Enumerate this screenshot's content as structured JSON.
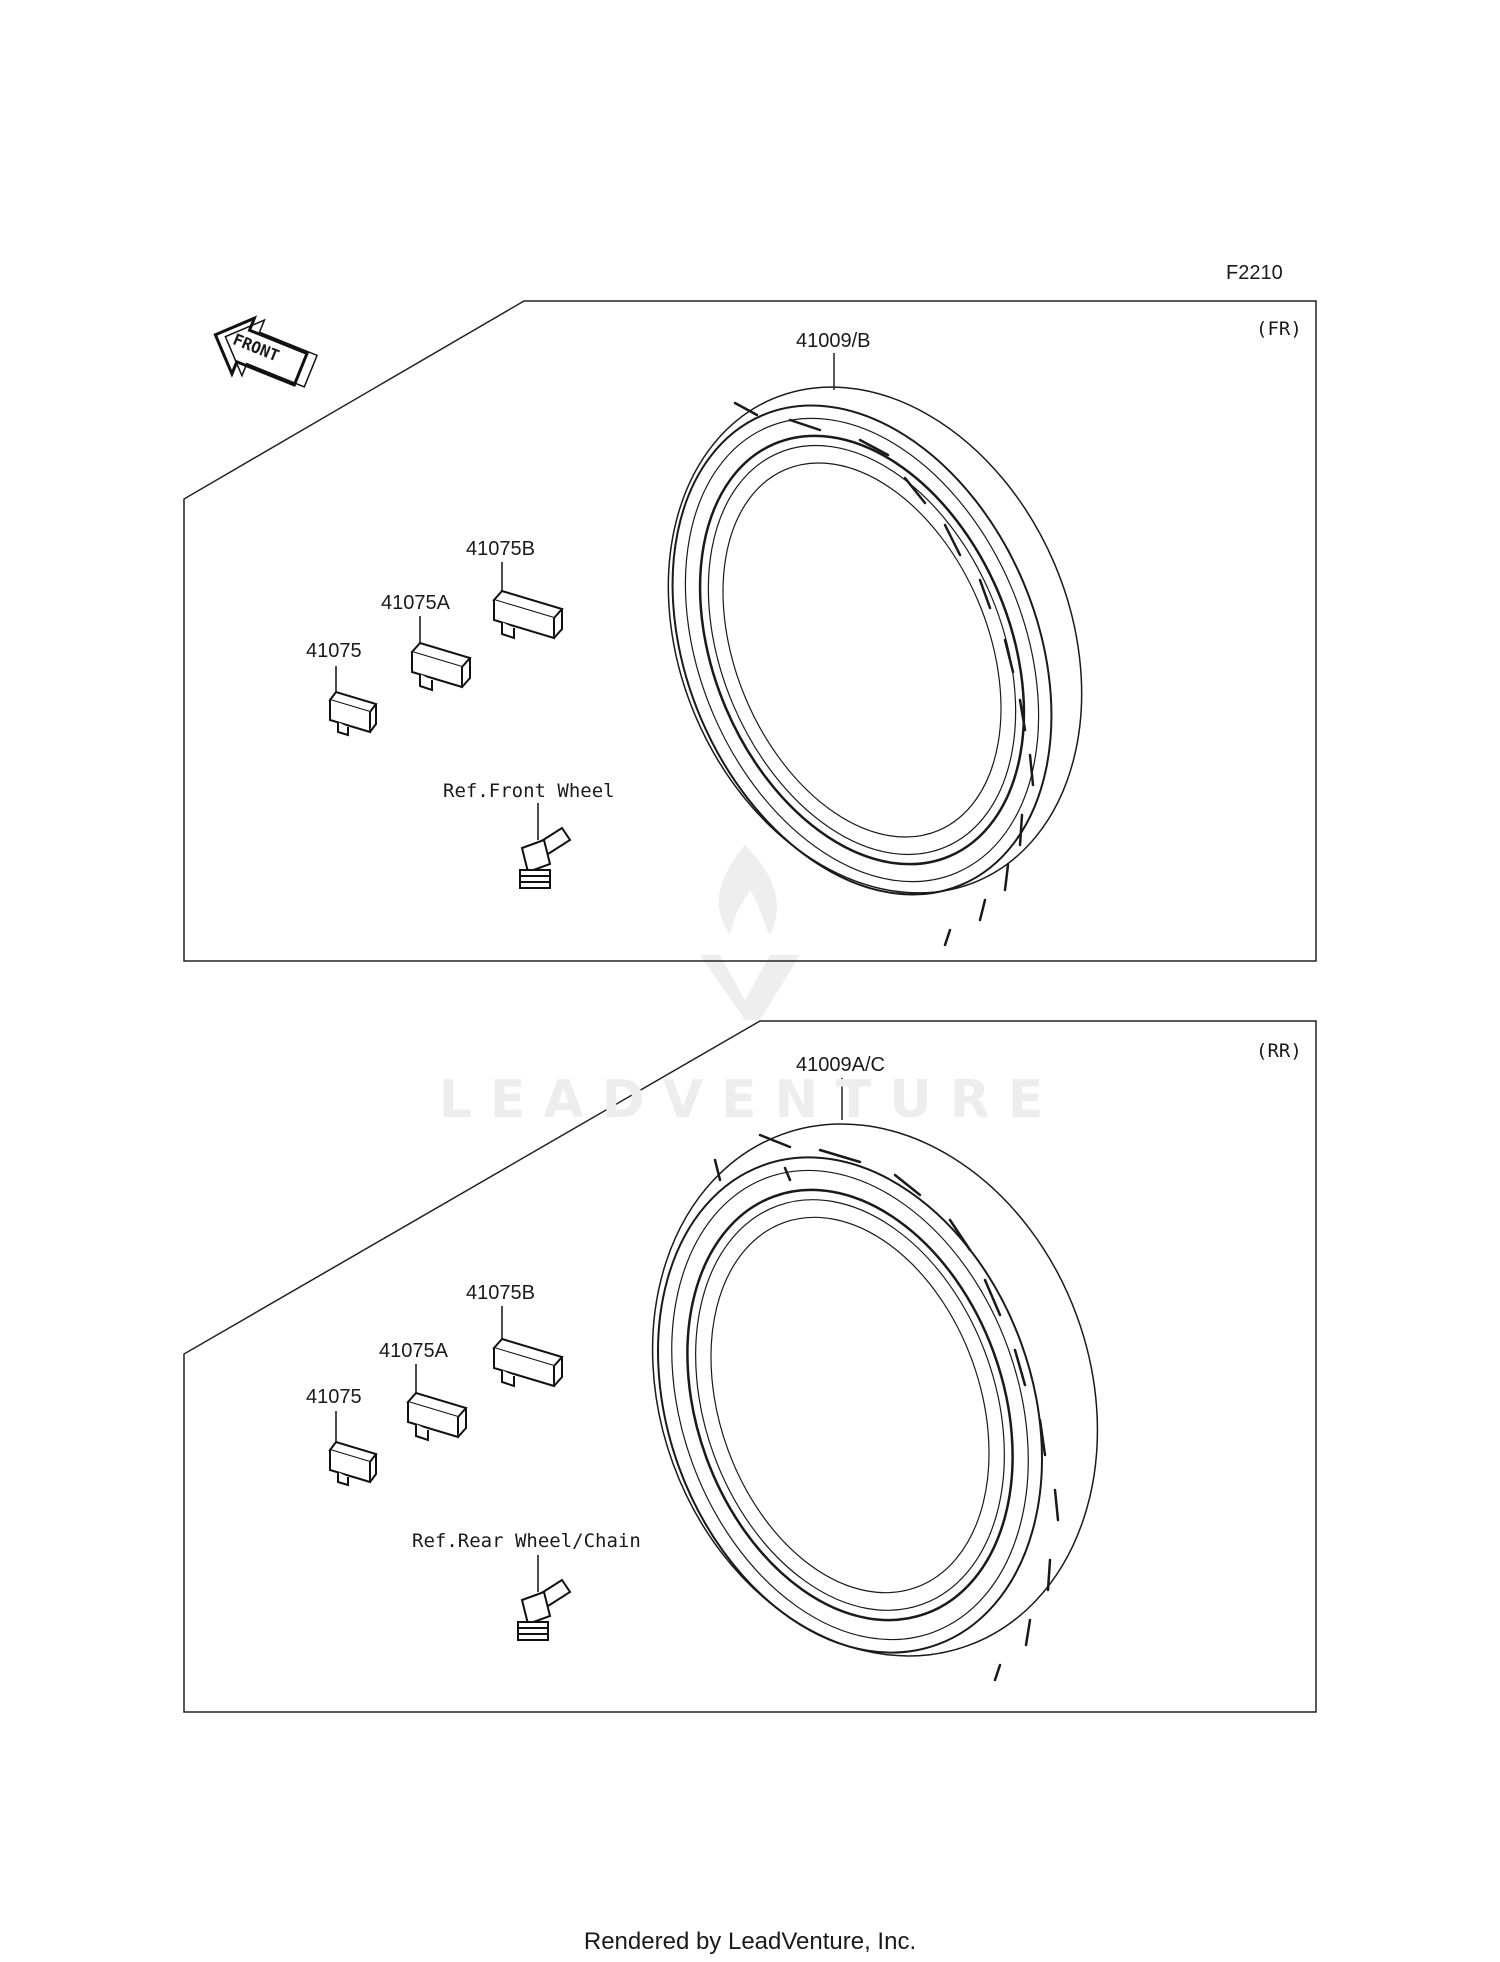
{
  "diagram_code": "F2210",
  "front_arrow": {
    "label": "FRONT"
  },
  "watermark": {
    "text": "LEADVENTURE"
  },
  "panels": [
    {
      "position_tag": "(FR)",
      "tire_part": "41009/B",
      "weight_parts": [
        "41075",
        "41075A",
        "41075B"
      ],
      "valve_ref": "Ref.Front Wheel"
    },
    {
      "position_tag": "(RR)",
      "tire_part": "41009A/C",
      "weight_parts": [
        "41075",
        "41075A",
        "41075B"
      ],
      "valve_ref": "Ref.Rear Wheel/Chain"
    }
  ],
  "footer": "Rendered by LeadVenture, Inc."
}
